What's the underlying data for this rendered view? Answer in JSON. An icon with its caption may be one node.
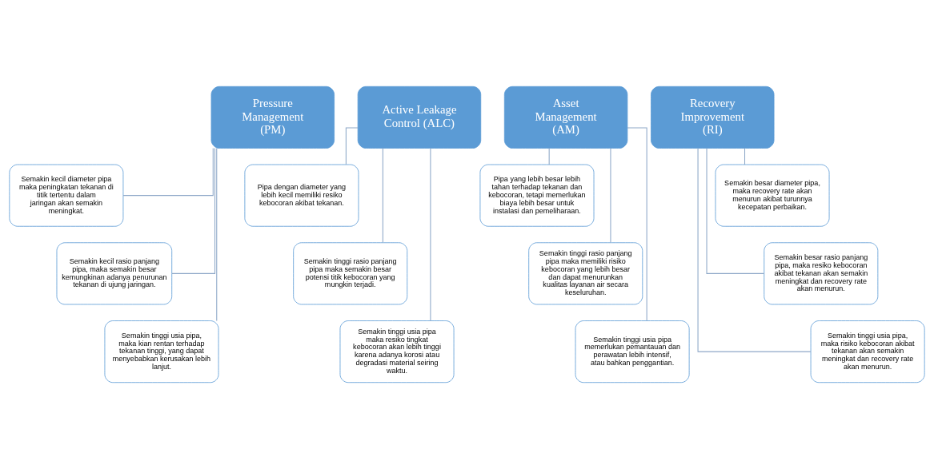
{
  "diagram": {
    "nodes": [
      {
        "text": [
          "Pressure Management (PM)"
        ]
      },
      {
        "text": [
          "Semakin kecil diameter pipa maka peningkatan tekanan di titik tertentu dalam jaringan akan semakin meningkat."
        ]
      },
      {
        "text": [
          "Semakin kecil rasio panjang pipa, maka semakin besar kemungkinan adanya penurunan tekanan di ujung jaringan."
        ]
      },
      {
        "text": [
          "Semakin tinggi usia pipa, maka kian rentan terhadap tekanan tinggi, yang dapat menyebabkan kerusakan lebih lanjut."
        ]
      },
      {
        "text": [
          "Active Leakage Control (ALC)"
        ]
      },
      {
        "text": [
          "Pipa dengan diameter yang lebih kecil memiliki resiko kebocoran akibat tekanan."
        ]
      },
      {
        "text": [
          "Semakin tinggi rasio panjang pipa maka semakin besar potensi titik kebocoran yang mungkin terjadi."
        ]
      },
      {
        "text": [
          "Semakin tinggi usia pipa maka resiko tingkat kebocoran akan lebih tinggi karena adanya korosi atau degradasi material seiring waktu."
        ]
      },
      {
        "text": [
          "Asset Management (AM)"
        ]
      },
      {
        "text": [
          "Pipa yang lebih besar lebih tahan terhadap tekanan dan kebocoran, tetapi memerlukan biaya lebih besar untuk instalasi dan pemeliharaan."
        ]
      },
      {
        "text": [
          "Semakin tinggi rasio panjang pipa maka memiliki risiko kebocoran yang lebih besar dan dapat menurunkan kualitas layanan air secara keseluruhan."
        ]
      },
      {
        "text": [
          "Semakin tinggi usia pipa memerlukan pemantauan dan perawatan lebih intensif, atau bahkan penggantian."
        ]
      },
      {
        "text": [
          "Recovery Improvement (RI)"
        ]
      },
      {
        "text": [
          "Semakin besar diameter pipa, maka recovery rate akan menurun akibat turunnya kecepatan perbaikan."
        ]
      },
      {
        "text": [
          "Semakin besar rasio panjang pipa, maka resiko kebocoran akibat tekanan akan semakin meningkat dan recovery rate akan menurun."
        ]
      },
      {
        "text": [
          "Semakin tinggi usia pipa, maka risiko kebocoran akibat tekanan akan semakin meningkat dan recovery rate akan menurun."
        ]
      }
    ],
    "edges": [
      {
        "from": 0,
        "to": 1,
        "arrow": "none"
      },
      {
        "from": 0,
        "to": 2,
        "arrow": "none"
      },
      {
        "from": 0,
        "to": 3,
        "arrow": "none"
      },
      {
        "from": 4,
        "to": 5,
        "arrow": "none"
      },
      {
        "from": 4,
        "to": 6,
        "arrow": "none"
      },
      {
        "from": 4,
        "to": 7,
        "arrow": "none"
      },
      {
        "from": 8,
        "to": 9,
        "arrow": "none"
      },
      {
        "from": 8,
        "to": 10,
        "arrow": "none"
      },
      {
        "from": 8,
        "to": 11,
        "arrow": "none"
      },
      {
        "from": 12,
        "to": 13,
        "arrow": "none"
      },
      {
        "from": 12,
        "to": 14,
        "arrow": "none"
      },
      {
        "from": 12,
        "to": 15,
        "arrow": "none"
      }
    ]
  }
}
